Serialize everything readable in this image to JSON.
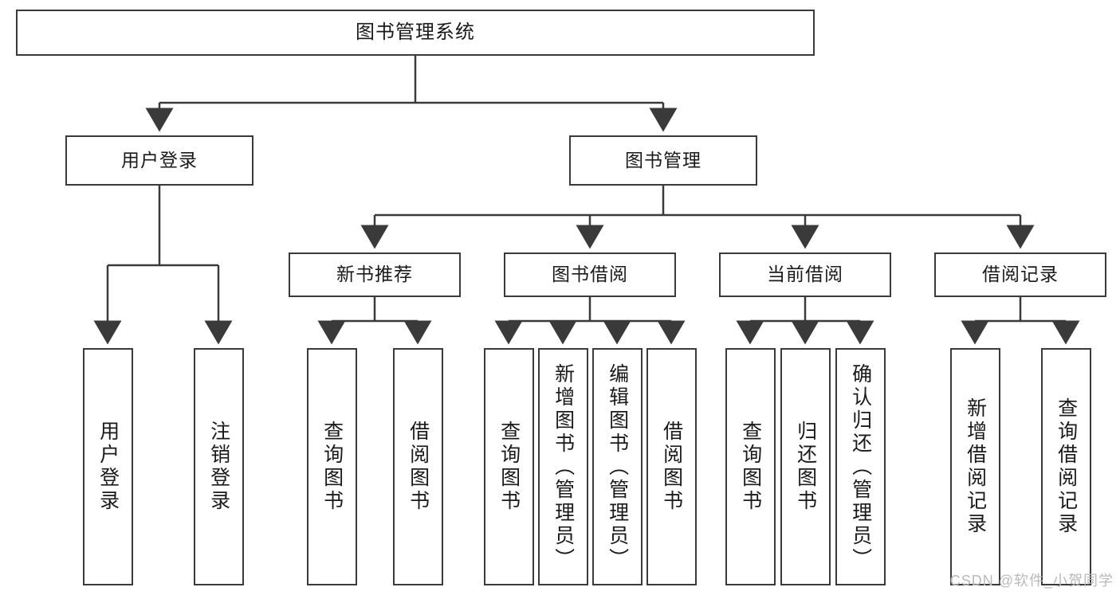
{
  "diagram": {
    "type": "tree-hierarchy",
    "title": "图书管理系统",
    "watermark": "CSDN @软件_小贺同学",
    "colors": {
      "stroke": "#3a3a3a",
      "fill": "#ffffff",
      "text": "#1a1a1a",
      "watermark": "#b9b9b9"
    },
    "levels": {
      "level1": [
        "图书管理系统"
      ],
      "level2": [
        "用户登录",
        "图书管理"
      ],
      "level3": [
        "新书推荐",
        "图书借阅",
        "当前借阅",
        "借阅记录"
      ],
      "level4": [
        "用户登录",
        "注销登录",
        "查询图书",
        "借阅图书",
        "查询图书",
        "新增图书（管理员）",
        "编辑图书（管理员）",
        "借阅图书",
        "查询图书",
        "归还图书",
        "确认归还（管理员）",
        "新增借阅记录",
        "查询借阅记录"
      ]
    },
    "nodes": {
      "root": {
        "label": "图书管理系统"
      },
      "user_login": {
        "label": "用户登录"
      },
      "book_manage": {
        "label": "图书管理"
      },
      "new_book_rec": {
        "label": "新书推荐"
      },
      "book_borrow": {
        "label": "图书借阅"
      },
      "current_borrow": {
        "label": "当前借阅"
      },
      "borrow_record": {
        "label": "借阅记录"
      },
      "leaf_user_login": {
        "label": "用户登录"
      },
      "leaf_logout": {
        "label": "注销登录"
      },
      "leaf_query_book_1": {
        "label": "查询图书"
      },
      "leaf_borrow_book_1": {
        "label": "借阅图书"
      },
      "leaf_query_book_2": {
        "label": "查询图书"
      },
      "leaf_add_book": {
        "label": "新增图书（管理员）"
      },
      "leaf_edit_book": {
        "label": "编辑图书（管理员）"
      },
      "leaf_borrow_book_2": {
        "label": "借阅图书"
      },
      "leaf_query_book_3": {
        "label": "查询图书"
      },
      "leaf_return_book": {
        "label": "归还图书"
      },
      "leaf_confirm_return": {
        "label": "确认归还（管理员）"
      },
      "leaf_add_record": {
        "label": "新增借阅记录"
      },
      "leaf_query_record": {
        "label": "查询借阅记录"
      }
    },
    "edges": [
      {
        "from": "root",
        "to": "user_login"
      },
      {
        "from": "root",
        "to": "book_manage"
      },
      {
        "from": "user_login",
        "to": "leaf_user_login"
      },
      {
        "from": "user_login",
        "to": "leaf_logout"
      },
      {
        "from": "book_manage",
        "to": "new_book_rec"
      },
      {
        "from": "book_manage",
        "to": "book_borrow"
      },
      {
        "from": "book_manage",
        "to": "current_borrow"
      },
      {
        "from": "book_manage",
        "to": "borrow_record"
      },
      {
        "from": "new_book_rec",
        "to": "leaf_query_book_1"
      },
      {
        "from": "new_book_rec",
        "to": "leaf_borrow_book_1"
      },
      {
        "from": "book_borrow",
        "to": "leaf_query_book_2"
      },
      {
        "from": "book_borrow",
        "to": "leaf_add_book"
      },
      {
        "from": "book_borrow",
        "to": "leaf_edit_book"
      },
      {
        "from": "book_borrow",
        "to": "leaf_borrow_book_2"
      },
      {
        "from": "current_borrow",
        "to": "leaf_query_book_3"
      },
      {
        "from": "current_borrow",
        "to": "leaf_return_book"
      },
      {
        "from": "current_borrow",
        "to": "leaf_confirm_return"
      },
      {
        "from": "borrow_record",
        "to": "leaf_add_record"
      },
      {
        "from": "borrow_record",
        "to": "leaf_query_record"
      }
    ]
  }
}
